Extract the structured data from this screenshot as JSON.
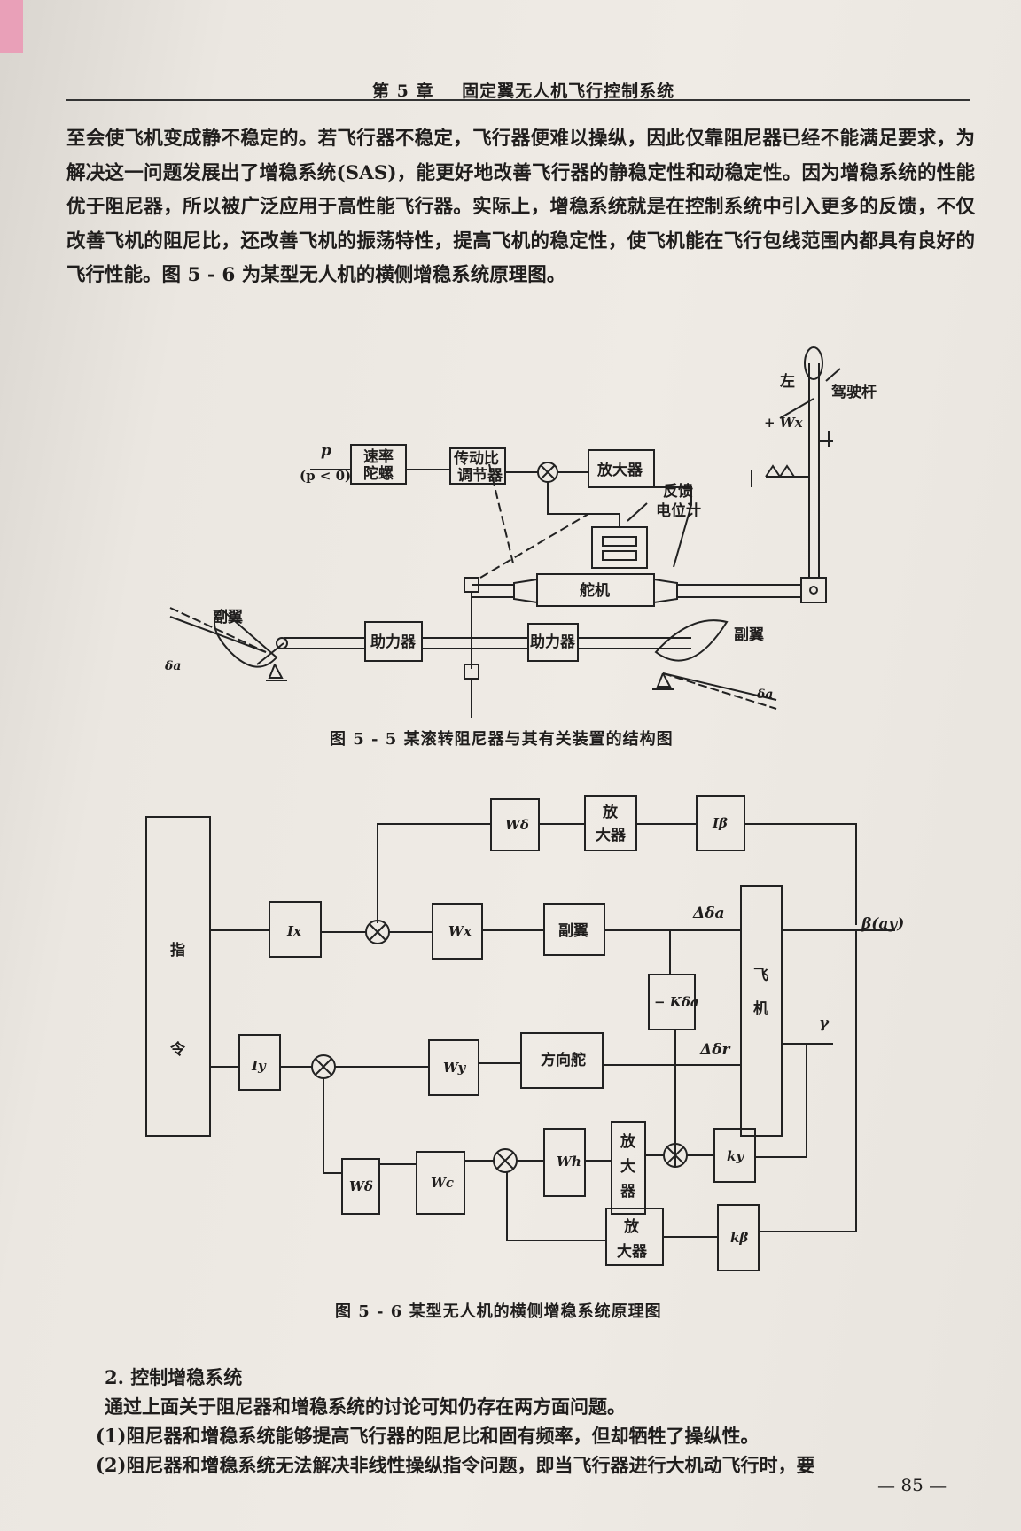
{
  "header": {
    "chapter": "第 5 章",
    "title": "固定翼无人机飞行控制系统"
  },
  "body": {
    "paragraph": "至会使飞机变成静不稳定的。若飞行器不稳定，飞行器便难以操纵，因此仅靠阻尼器已经不能满足要求，为解决这一问题发展出了增稳系统(SAS)，能更好地改善飞行器的静稳定性和动稳定性。因为增稳系统的性能优于阻尼器，所以被广泛应用于高性能飞行器。实际上，增稳系统就是在控制系统中引入更多的反馈，不仅改善飞机的阻尼比，还改善飞机的振荡特性，提高飞机的稳定性，使飞机能在飞行包线范围内都具有良好的飞行性能。图 5 - 6 为某型无人机的横侧增稳系统原理图。"
  },
  "fig55": {
    "caption": "图 5 - 5   某滚转阻尼器与其有关装置的结构图",
    "p": "p",
    "p_cond": "(p < 0)",
    "gyro": [
      "速率",
      "陀螺"
    ],
    "ratio": [
      "传动比",
      "调节器"
    ],
    "amp": "放大器",
    "feedback": [
      "反馈",
      "电位计"
    ],
    "servo": "舵机",
    "booster": "助力器",
    "aileron": "副翼",
    "delta_a": "δa",
    "left": "左",
    "stick": "驾驶杆",
    "force": "+ Wx"
  },
  "fig56": {
    "caption": "图 5 - 6   某型无人机的横侧增稳系统原理图",
    "command": [
      "指",
      "令"
    ],
    "W_delta": "Wδ",
    "amp2": [
      "放",
      "大器"
    ],
    "I_beta": "Iβ",
    "I_x": "Ix",
    "W_x": "Wx",
    "aileron": "副翼",
    "d_delta_a": "Δδa",
    "beta": "β(ay)",
    "aircraft": [
      "飞",
      "机"
    ],
    "K_da": "− Kδa",
    "I_y": "Iy",
    "W_y": "Wy",
    "rudder": "方向舵",
    "d_delta_r": "Δδr",
    "gamma": "γ",
    "W_d2": "Wδ",
    "W_c": "Wc",
    "W_h": "Wh",
    "amp3": [
      "放",
      "大",
      "器"
    ],
    "k_y": "ky",
    "amp4": [
      "放",
      "大器"
    ],
    "k_beta": "kβ"
  },
  "section": {
    "heading": "2. 控制增稳系统",
    "line1": "通过上面关于阻尼器和增稳系统的讨论可知仍存在两方面问题。",
    "item1": "(1)阻尼器和增稳系统能够提高飞行器的阻尼比和固有频率，但却牺牲了操纵性。",
    "item2": "(2)阻尼器和增稳系统无法解决非线性操纵指令问题，即当飞行器进行大机动飞行时，要"
  },
  "footer": {
    "page": "— 85 —"
  }
}
